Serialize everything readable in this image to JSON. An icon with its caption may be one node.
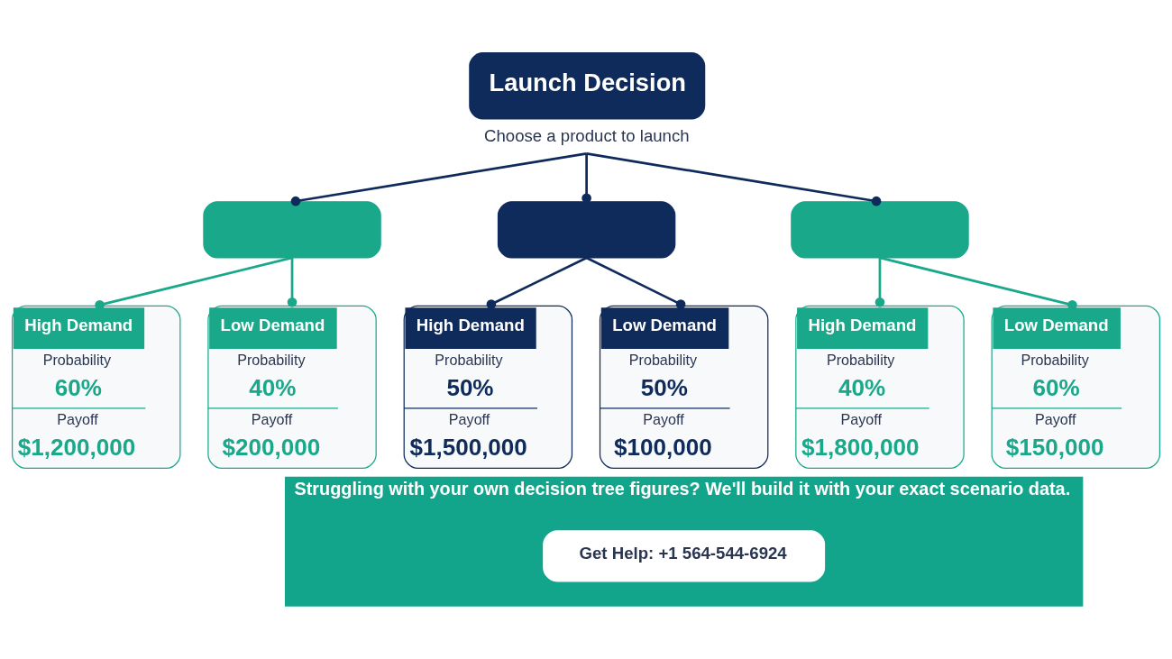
{
  "diagram": {
    "nodes": [
      {
        "text": [
          "Launch Decision"
        ],
        "beside": [
          "Choose a product to launch"
        ]
      },
      {
        "text": [],
        "shape": "box"
      },
      {
        "text": [],
        "shape": "box"
      },
      {
        "text": [],
        "shape": "box"
      },
      {
        "text": [
          "High Demand",
          "Probability",
          "60%",
          "Payoff",
          "$1,200,000"
        ]
      },
      {
        "text": [
          "Low Demand",
          "Probability",
          "40%",
          "Payoff",
          "$200,000"
        ]
      },
      {
        "text": [
          "High Demand",
          "Probability",
          "50%",
          "Payoff",
          "$1,500,000"
        ]
      },
      {
        "text": [
          "Low Demand",
          "Probability",
          "50%",
          "Payoff",
          "$100,000"
        ]
      },
      {
        "text": [
          "High Demand",
          "Probability",
          "40%",
          "Payoff",
          "$1,800,000"
        ]
      },
      {
        "text": [
          "Low Demand",
          "Probability",
          "60%",
          "Payoff",
          "$150,000"
        ]
      },
      {
        "text": [
          "Struggling with your own decision tree figures? We'll build it with your exact scenario data."
        ]
      },
      {
        "text": [
          "Get Help: +1 564-544-6924"
        ],
        "in": 10
      }
    ],
    "edges": [
      {
        "from": 0,
        "to": 1,
        "arrow": "other"
      },
      {
        "from": 0,
        "to": 2,
        "arrow": "other"
      },
      {
        "from": 0,
        "to": 3,
        "arrow": "other"
      },
      {
        "from": 1,
        "to": 4,
        "arrow": "other",
        "color": "#1aa88a"
      },
      {
        "from": 1,
        "to": 5,
        "arrow": "other",
        "color": "#1aa88a"
      },
      {
        "from": 2,
        "to": 6,
        "arrow": "other"
      },
      {
        "from": 2,
        "to": 7,
        "arrow": "other"
      },
      {
        "from": 3,
        "to": 8,
        "arrow": "other",
        "color": "#1aa88a"
      },
      {
        "from": 3,
        "to": 9,
        "arrow": "other",
        "color": "#1aa88a"
      }
    ]
  }
}
